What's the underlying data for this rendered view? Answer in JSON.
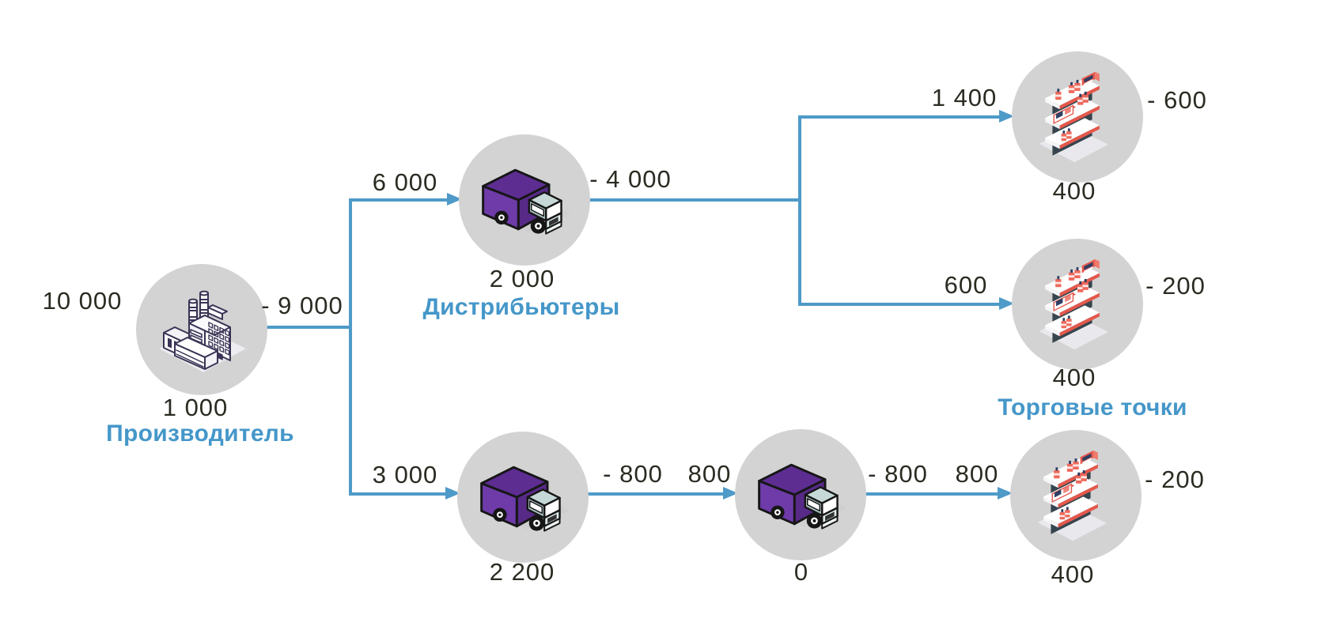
{
  "palette": {
    "arrow-blue": "#4e9ac8",
    "label-blue": "#4597c9",
    "number-dark": "#2b2b22",
    "circle-gray": "#d3d3d3",
    "truck-purple": "#6e3ba9",
    "factory-navy": "#3a3355",
    "shelf-coral": "#e4584c",
    "shelf-dark": "#36454e"
  },
  "icons": {
    "factory": "isometric-factory-building",
    "distributor_truck": "isometric-delivery-truck",
    "transit_truck_1": "isometric-delivery-truck",
    "transit_truck_2": "isometric-delivery-truck",
    "retail": "isometric-retail-shelf"
  },
  "stages": {
    "producer": "Производитель",
    "distributors": "Дистрибьютеры",
    "retail": "Торговые точки"
  },
  "nodes": {
    "factory": {
      "stock": "1 000"
    },
    "distributor_truck": {
      "stock": "2 000"
    },
    "retail_top": {
      "stock": "400"
    },
    "retail_mid": {
      "stock": "400"
    },
    "transit_truck_1": {
      "stock": "2 200"
    },
    "transit_truck_2": {
      "stock": "0"
    },
    "retail_bottom": {
      "stock": "400"
    }
  },
  "flows": {
    "factory_in": "10 000",
    "factory_out": "- 9 000",
    "to_distributor": "6 000",
    "distributor_out": "- 4 000",
    "to_retail_top": "1 400",
    "retail_top_out": "- 600",
    "to_retail_mid": "600",
    "retail_mid_out": "- 200",
    "to_transit_1": "3 000",
    "transit_1_out": "- 800",
    "to_transit_2": "800",
    "transit_2_out": "- 800",
    "to_retail_bottom": "800",
    "retail_bottom_out": "- 200"
  }
}
